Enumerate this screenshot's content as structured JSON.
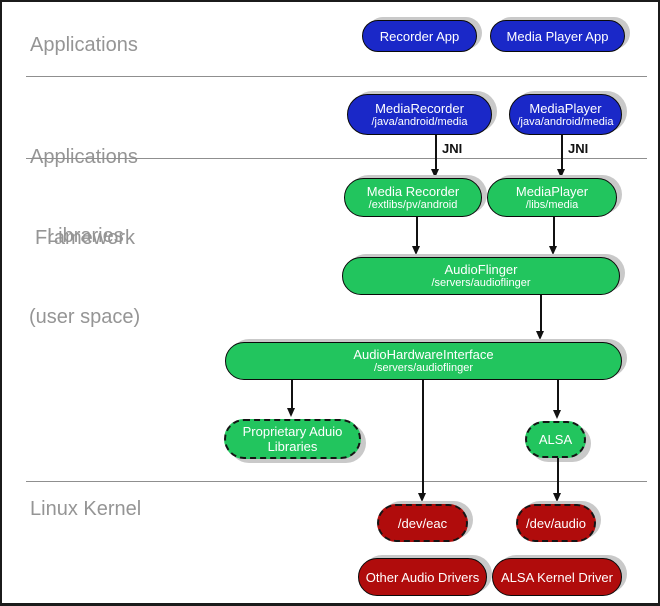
{
  "colors": {
    "node_blue": "#1a28c8",
    "node_green": "#22c55e",
    "node_red": "#b00c0c",
    "layer_label_gray": "#959595",
    "shadow_gray": "#c9c9c9",
    "connector_black": "#111111"
  },
  "layer_labels": {
    "applications": "Applications",
    "framework_line1": "Applications",
    "framework_line2": "Framework",
    "libraries_line1": "Libraries",
    "libraries_line2": "(user space)",
    "kernel": "Linux Kernel"
  },
  "edge_labels": {
    "jni_left": "JNI",
    "jni_right": "JNI"
  },
  "nodes": {
    "recorder_app": {
      "title": "Recorder App"
    },
    "media_player_app": {
      "title": "Media Player App"
    },
    "media_recorder_fw": {
      "title": "MediaRecorder",
      "path": "/java/android/media"
    },
    "media_player_fw": {
      "title": "MediaPlayer",
      "path": "/java/android/media"
    },
    "media_recorder_lib": {
      "title": "Media Recorder",
      "path": "/extlibs/pv/android"
    },
    "media_player_lib": {
      "title": "MediaPlayer",
      "path": "/libs/media"
    },
    "audioflinger": {
      "title": "AudioFlinger",
      "path": "/servers/audioflinger"
    },
    "audio_hardware_interface": {
      "title": "AudioHardwareInterface",
      "path": "/servers/audioflinger"
    },
    "proprietary_audio_libraries": {
      "title": "Proprietary Aduio",
      "title2": "Libraries"
    },
    "alsa": {
      "title": "ALSA"
    },
    "dev_eac": {
      "title": "/dev/eac"
    },
    "dev_audio": {
      "title": "/dev/audio"
    },
    "other_audio_drivers": {
      "title": "Other Audio Drivers"
    },
    "alsa_kernel_driver": {
      "title": "ALSA Kernel Driver"
    }
  }
}
